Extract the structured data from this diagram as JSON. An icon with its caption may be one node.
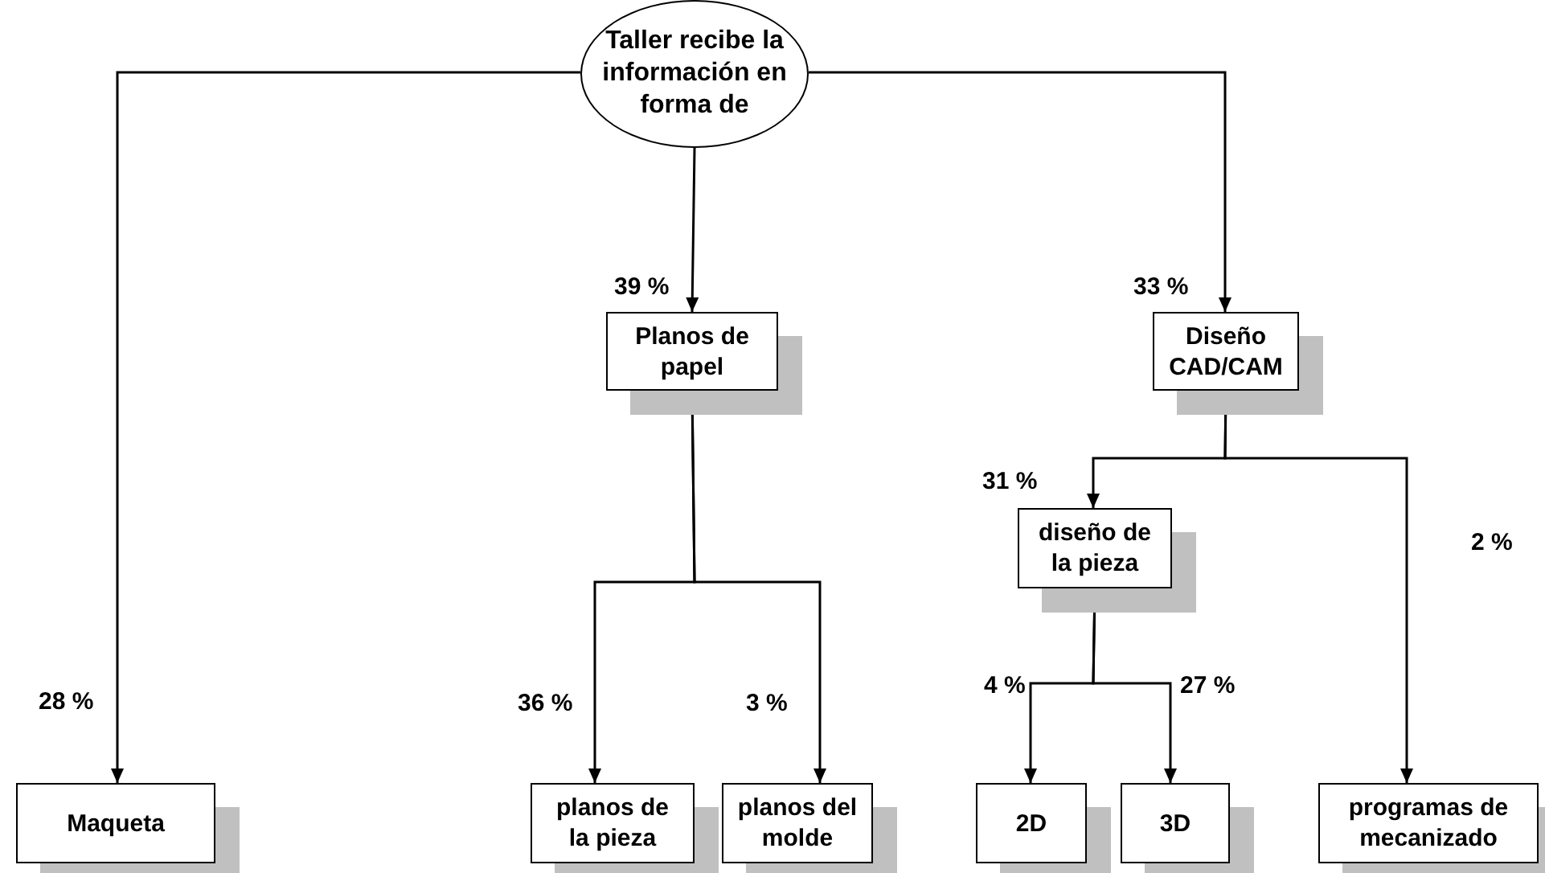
{
  "diagram": {
    "nodes": [
      {
        "text": [
          "Taller recibe la información en forma de"
        ]
      },
      {
        "text": [
          "Planos de papel"
        ]
      },
      {
        "text": [
          "Diseño CAD/CAM"
        ]
      },
      {
        "text": [
          "diseño de la pieza"
        ]
      },
      {
        "text": [
          "Maqueta"
        ]
      },
      {
        "text": [
          "planos de la pieza"
        ]
      },
      {
        "text": [
          "planos del molde"
        ]
      },
      {
        "text": [
          "2D"
        ]
      },
      {
        "text": [
          "3D"
        ]
      },
      {
        "text": [
          "programas de mecanizado"
        ]
      }
    ],
    "edges": [
      {
        "from": 0,
        "to": 4,
        "arrow": "to",
        "label": "28 %"
      },
      {
        "from": 0,
        "to": 1,
        "arrow": "to",
        "label": "39 %"
      },
      {
        "from": 0,
        "to": 2,
        "arrow": "to",
        "label": "33 %"
      },
      {
        "from": 1,
        "to": 5,
        "arrow": "to",
        "label": "36 %"
      },
      {
        "from": 1,
        "to": 6,
        "arrow": "to",
        "label": "3 %"
      },
      {
        "from": 2,
        "to": 3,
        "arrow": "to",
        "label": "31 %"
      },
      {
        "from": 2,
        "to": 9,
        "arrow": "to",
        "label": "2 %"
      },
      {
        "from": 3,
        "to": 7,
        "arrow": "to",
        "label": "4 %"
      },
      {
        "from": 3,
        "to": 8,
        "arrow": "to",
        "label": "27 %"
      }
    ]
  }
}
